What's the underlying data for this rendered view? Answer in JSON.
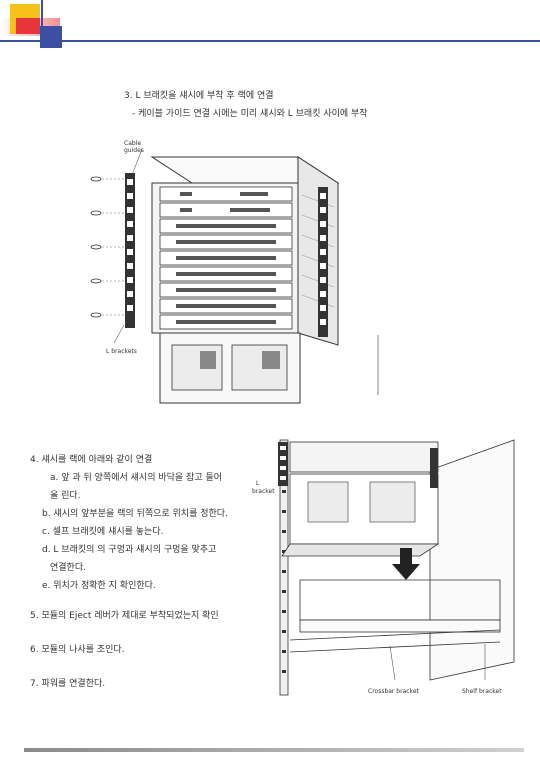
{
  "step3": {
    "title": "3. L 브래킷을 섀시에 부착 후 랙에 연결",
    "note": "- 케이블 가이드 연결 시에는 미리 섀시와 L 브래킷 사이에 부착"
  },
  "figure1": {
    "cable_guides_label_1": "Cable",
    "cable_guides_label_2": "guides",
    "l_brackets_label": "L brackets"
  },
  "step4": {
    "title": "4. 섀시를 랙에 아래와 같이 연결",
    "a1": "a. 앞 과 뒤 양쪽에서 섀시의 바닥을 잡고 들어",
    "a2": "올 린다.",
    "b": "b. 섀시의 앞부분을 랙의 뒤쪽으로 위치를 정한다.",
    "c": "c. 셀프 브래킷에 섀시를 놓는다.",
    "d1": "d. L 브래킷의 의 구멍과 섀시의 구멍을 맞추고",
    "d2": "연결한다.",
    "e": "e. 위치가 정확한 지 확인한다."
  },
  "step5": "5. 모듈의 Eject 레버가 제대로 부착되었는지 확인",
  "step6": "6. 모듈의 나사를 조인다.",
  "step7": "7. 파워를 연결한다.",
  "figure2": {
    "l_bracket_label_1": "L",
    "l_bracket_label_2": "bracket",
    "crossbar_label": "Crossbar bracket",
    "shelf_label": "Shelf bracket"
  }
}
